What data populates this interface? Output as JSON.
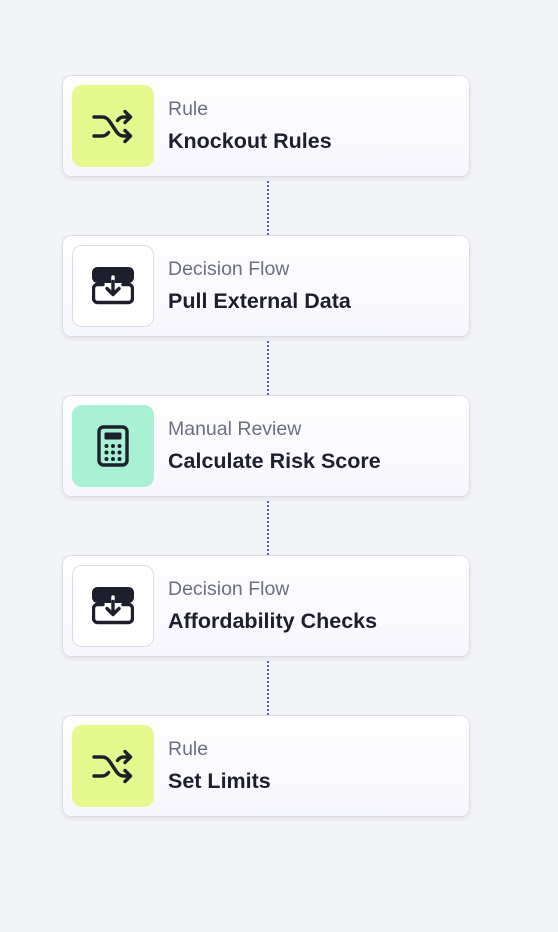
{
  "steps": [
    {
      "type": "Rule",
      "title": "Knockout Rules",
      "icon": "shuffle-icon"
    },
    {
      "type": "Decision Flow",
      "title": "Pull External Data",
      "icon": "inbox-download-icon"
    },
    {
      "type": "Manual Review",
      "title": "Calculate Risk Score",
      "icon": "calculator-icon"
    },
    {
      "type": "Decision Flow",
      "title": "Affordability Checks",
      "icon": "inbox-download-icon"
    },
    {
      "type": "Rule",
      "title": "Set Limits",
      "icon": "shuffle-icon"
    }
  ],
  "colors": {
    "rule_tile": "#e5f88d",
    "review_tile": "#a9f1d5",
    "flow_tile": "#ffffff",
    "connector": "#5a5ea6",
    "background": "#f3f4f8"
  }
}
